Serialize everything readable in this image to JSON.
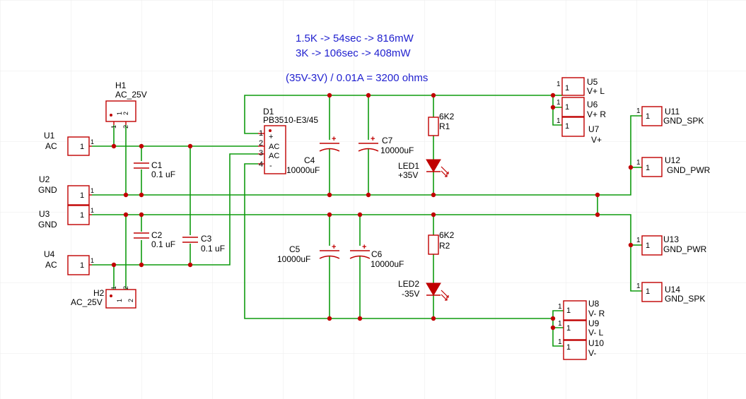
{
  "notes": {
    "line1": "1.5K -> 54sec -> 816mW",
    "line2": "3K -> 106sec -> 408mW",
    "line3": "(35V-3V) / 0.01A = 3200 ohms"
  },
  "colors": {
    "wire": "#0f9b0f",
    "body": "#c00000",
    "text": "#000000",
    "note": "#1f1fcf",
    "junction": "#c00000",
    "grid": "#e6e6e6"
  },
  "components": {
    "H1": {
      "ref": "H1",
      "value": "AC_25V",
      "pin1": "1",
      "pin2": "2"
    },
    "H2": {
      "ref": "H2",
      "value": "AC_25V",
      "pin1": "1",
      "pin2": "2"
    },
    "U1": {
      "ref": "U1",
      "value": "AC",
      "pin": "1"
    },
    "U2": {
      "ref": "U2",
      "value": "GND",
      "pin": "1"
    },
    "U3": {
      "ref": "U3",
      "value": "GND",
      "pin": "1"
    },
    "U4": {
      "ref": "U4",
      "value": "AC",
      "pin": "1"
    },
    "C1": {
      "ref": "C1",
      "value": "0.1 uF"
    },
    "C2": {
      "ref": "C2",
      "value": "0.1 uF"
    },
    "C3": {
      "ref": "C3",
      "value": "0.1 uF"
    },
    "C4": {
      "ref": "C4",
      "value": "10000uF"
    },
    "C5": {
      "ref": "C5",
      "value": "10000uF"
    },
    "C6": {
      "ref": "C6",
      "value": "10000uF"
    },
    "C7": {
      "ref": "C7",
      "value": "10000uF"
    },
    "D1": {
      "ref": "D1",
      "value": "PB3510-E3/45",
      "pin_labels": [
        "+",
        "AC",
        "AC",
        "-"
      ],
      "pin_numbers": [
        "1",
        "2",
        "3",
        "4"
      ]
    },
    "R1": {
      "ref": "R1",
      "value": "6K2"
    },
    "R2": {
      "ref": "R2",
      "value": "6K2"
    },
    "LED1": {
      "ref": "LED1",
      "value": "+35V"
    },
    "LED2": {
      "ref": "LED2",
      "value": "-35V"
    },
    "U5": {
      "ref": "U5",
      "value": "V+ L",
      "pin": "1"
    },
    "U6": {
      "ref": "U6",
      "value": "V+ R",
      "pin": "1"
    },
    "U7": {
      "ref": "U7",
      "value": "V+",
      "pin": "1"
    },
    "U8": {
      "ref": "U8",
      "value": "V- R",
      "pin": "1"
    },
    "U9": {
      "ref": "U9",
      "value": "V- L",
      "pin": "1"
    },
    "U10": {
      "ref": "U10",
      "value": "V-",
      "pin": "1"
    },
    "U11": {
      "ref": "U11",
      "value": "GND_SPK",
      "pin": "1"
    },
    "U12": {
      "ref": "U12",
      "value": "GND_PWR",
      "pin": "1"
    },
    "U13": {
      "ref": "U13",
      "value": "GND_PWR",
      "pin": "1"
    },
    "U14": {
      "ref": "U14",
      "value": "GND_SPK",
      "pin": "1"
    }
  }
}
